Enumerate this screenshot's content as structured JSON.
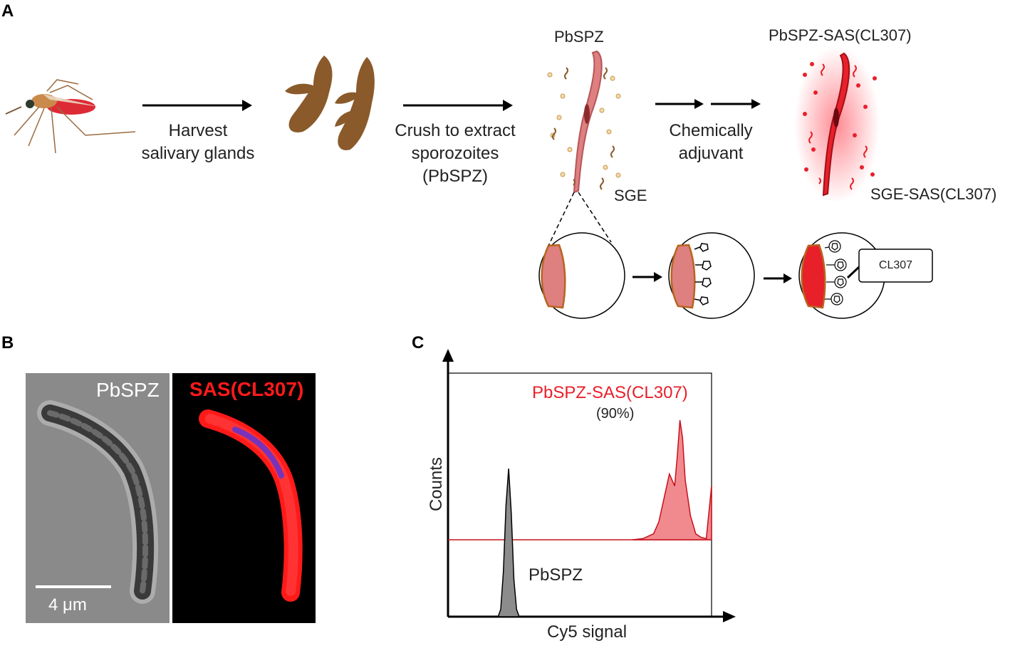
{
  "panels": {
    "a": "A",
    "b": "B",
    "c": "C"
  },
  "panel_a": {
    "step1_line1": "Harvest",
    "step1_line2": "salivary glands",
    "step2_line1": "Crush to extract",
    "step2_line2": "sporozoites",
    "step2_line3": "(PbSPZ)",
    "step3_line1": "Chemically",
    "step3_line2": "adjuvant",
    "pbspz_label": "PbSPZ",
    "sge_label": "SGE",
    "pbspz_sas_label": "PbSPZ-SAS(CL307)",
    "sge_sas_label": "SGE-SAS(CL307)",
    "cl307_callout": "CL307"
  },
  "panel_b": {
    "brightfield_label": "PbSPZ",
    "fluorescence_label": "SAS(CL307)",
    "scale_bar_label": "4 μm"
  },
  "panel_c": {
    "ylabel": "Counts",
    "xlabel": "Cy5 signal",
    "series_red_label": "PbSPZ-SAS(CL307)",
    "series_red_percent": "(90%)",
    "series_grey_label": "PbSPZ"
  },
  "colors": {
    "sas_red": "#e8202a",
    "parasite_pink": "#de7f80",
    "gland_brown": "#8a5a2b",
    "histogram_grey": "#8c8c8c"
  },
  "chart_data": {
    "type": "area",
    "xlabel": "Cy5 signal",
    "ylabel": "Counts",
    "series": [
      {
        "name": "PbSPZ",
        "peak_x": 0.23,
        "x": [
          0.19,
          0.2,
          0.21,
          0.22,
          0.23,
          0.24,
          0.25,
          0.26,
          0.27
        ],
        "y": [
          0.0,
          0.05,
          0.3,
          0.75,
          1.0,
          0.7,
          0.25,
          0.05,
          0.0
        ]
      },
      {
        "name": "PbSPZ-SAS(CL307)",
        "percent": "90%",
        "peak_x": 0.88,
        "x": [
          0.7,
          0.74,
          0.78,
          0.8,
          0.82,
          0.84,
          0.86,
          0.87,
          0.88,
          0.89,
          0.9,
          0.92,
          0.94,
          0.96,
          0.98,
          1.0
        ],
        "y": [
          0.0,
          0.01,
          0.05,
          0.15,
          0.35,
          0.55,
          0.45,
          0.7,
          1.0,
          0.85,
          0.5,
          0.2,
          0.05,
          0.02,
          0.01,
          0.45
        ]
      }
    ]
  }
}
